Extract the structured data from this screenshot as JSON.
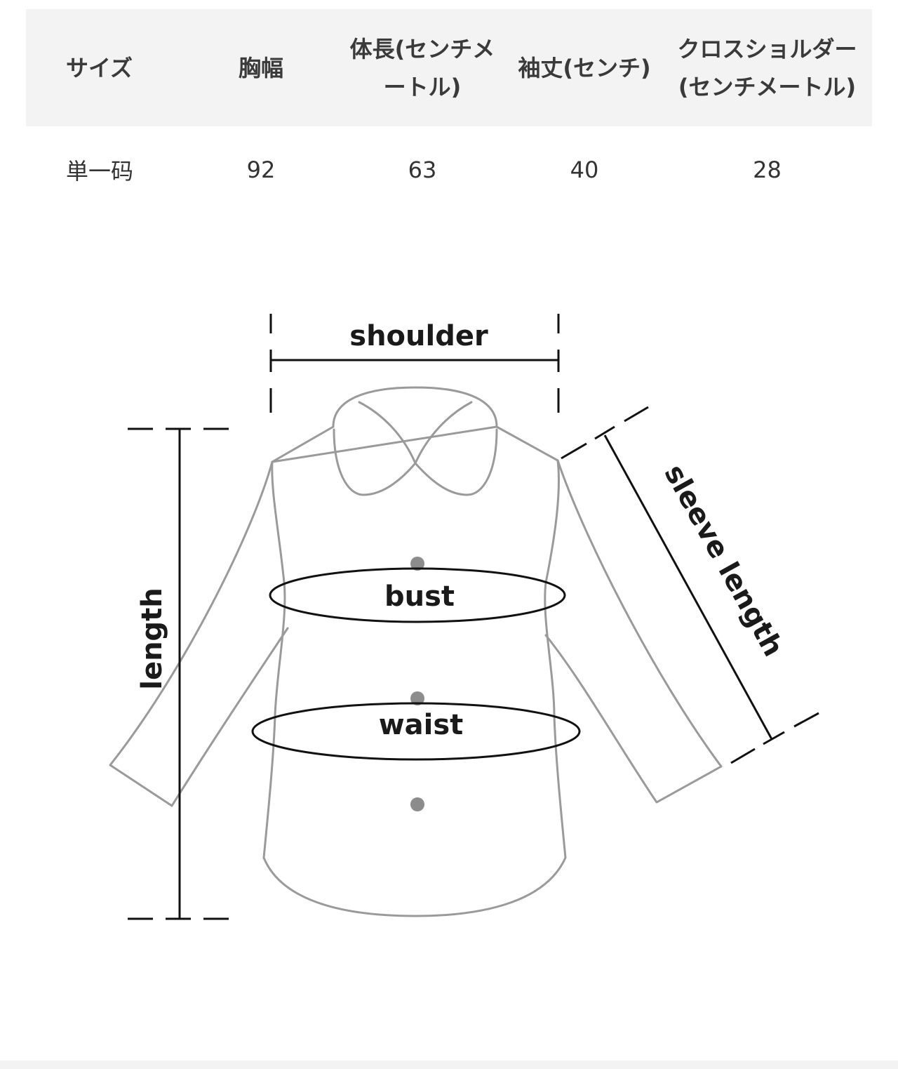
{
  "table": {
    "headers": [
      "サイズ",
      "胸幅",
      "体長(センチメートル)",
      "袖丈(センチ)",
      "クロスショルダー(センチメートル)"
    ],
    "rows": [
      [
        "単一码",
        "92",
        "63",
        "40",
        "28"
      ]
    ]
  },
  "diagram": {
    "labels": {
      "shoulder": "shoulder",
      "bust": "bust",
      "waist": "waist",
      "length": "length",
      "sleeve_length": "sleeve length"
    },
    "colors": {
      "outline": "#9a9a9a",
      "button": "#8c8c8c",
      "measure_line": "#111111"
    }
  }
}
